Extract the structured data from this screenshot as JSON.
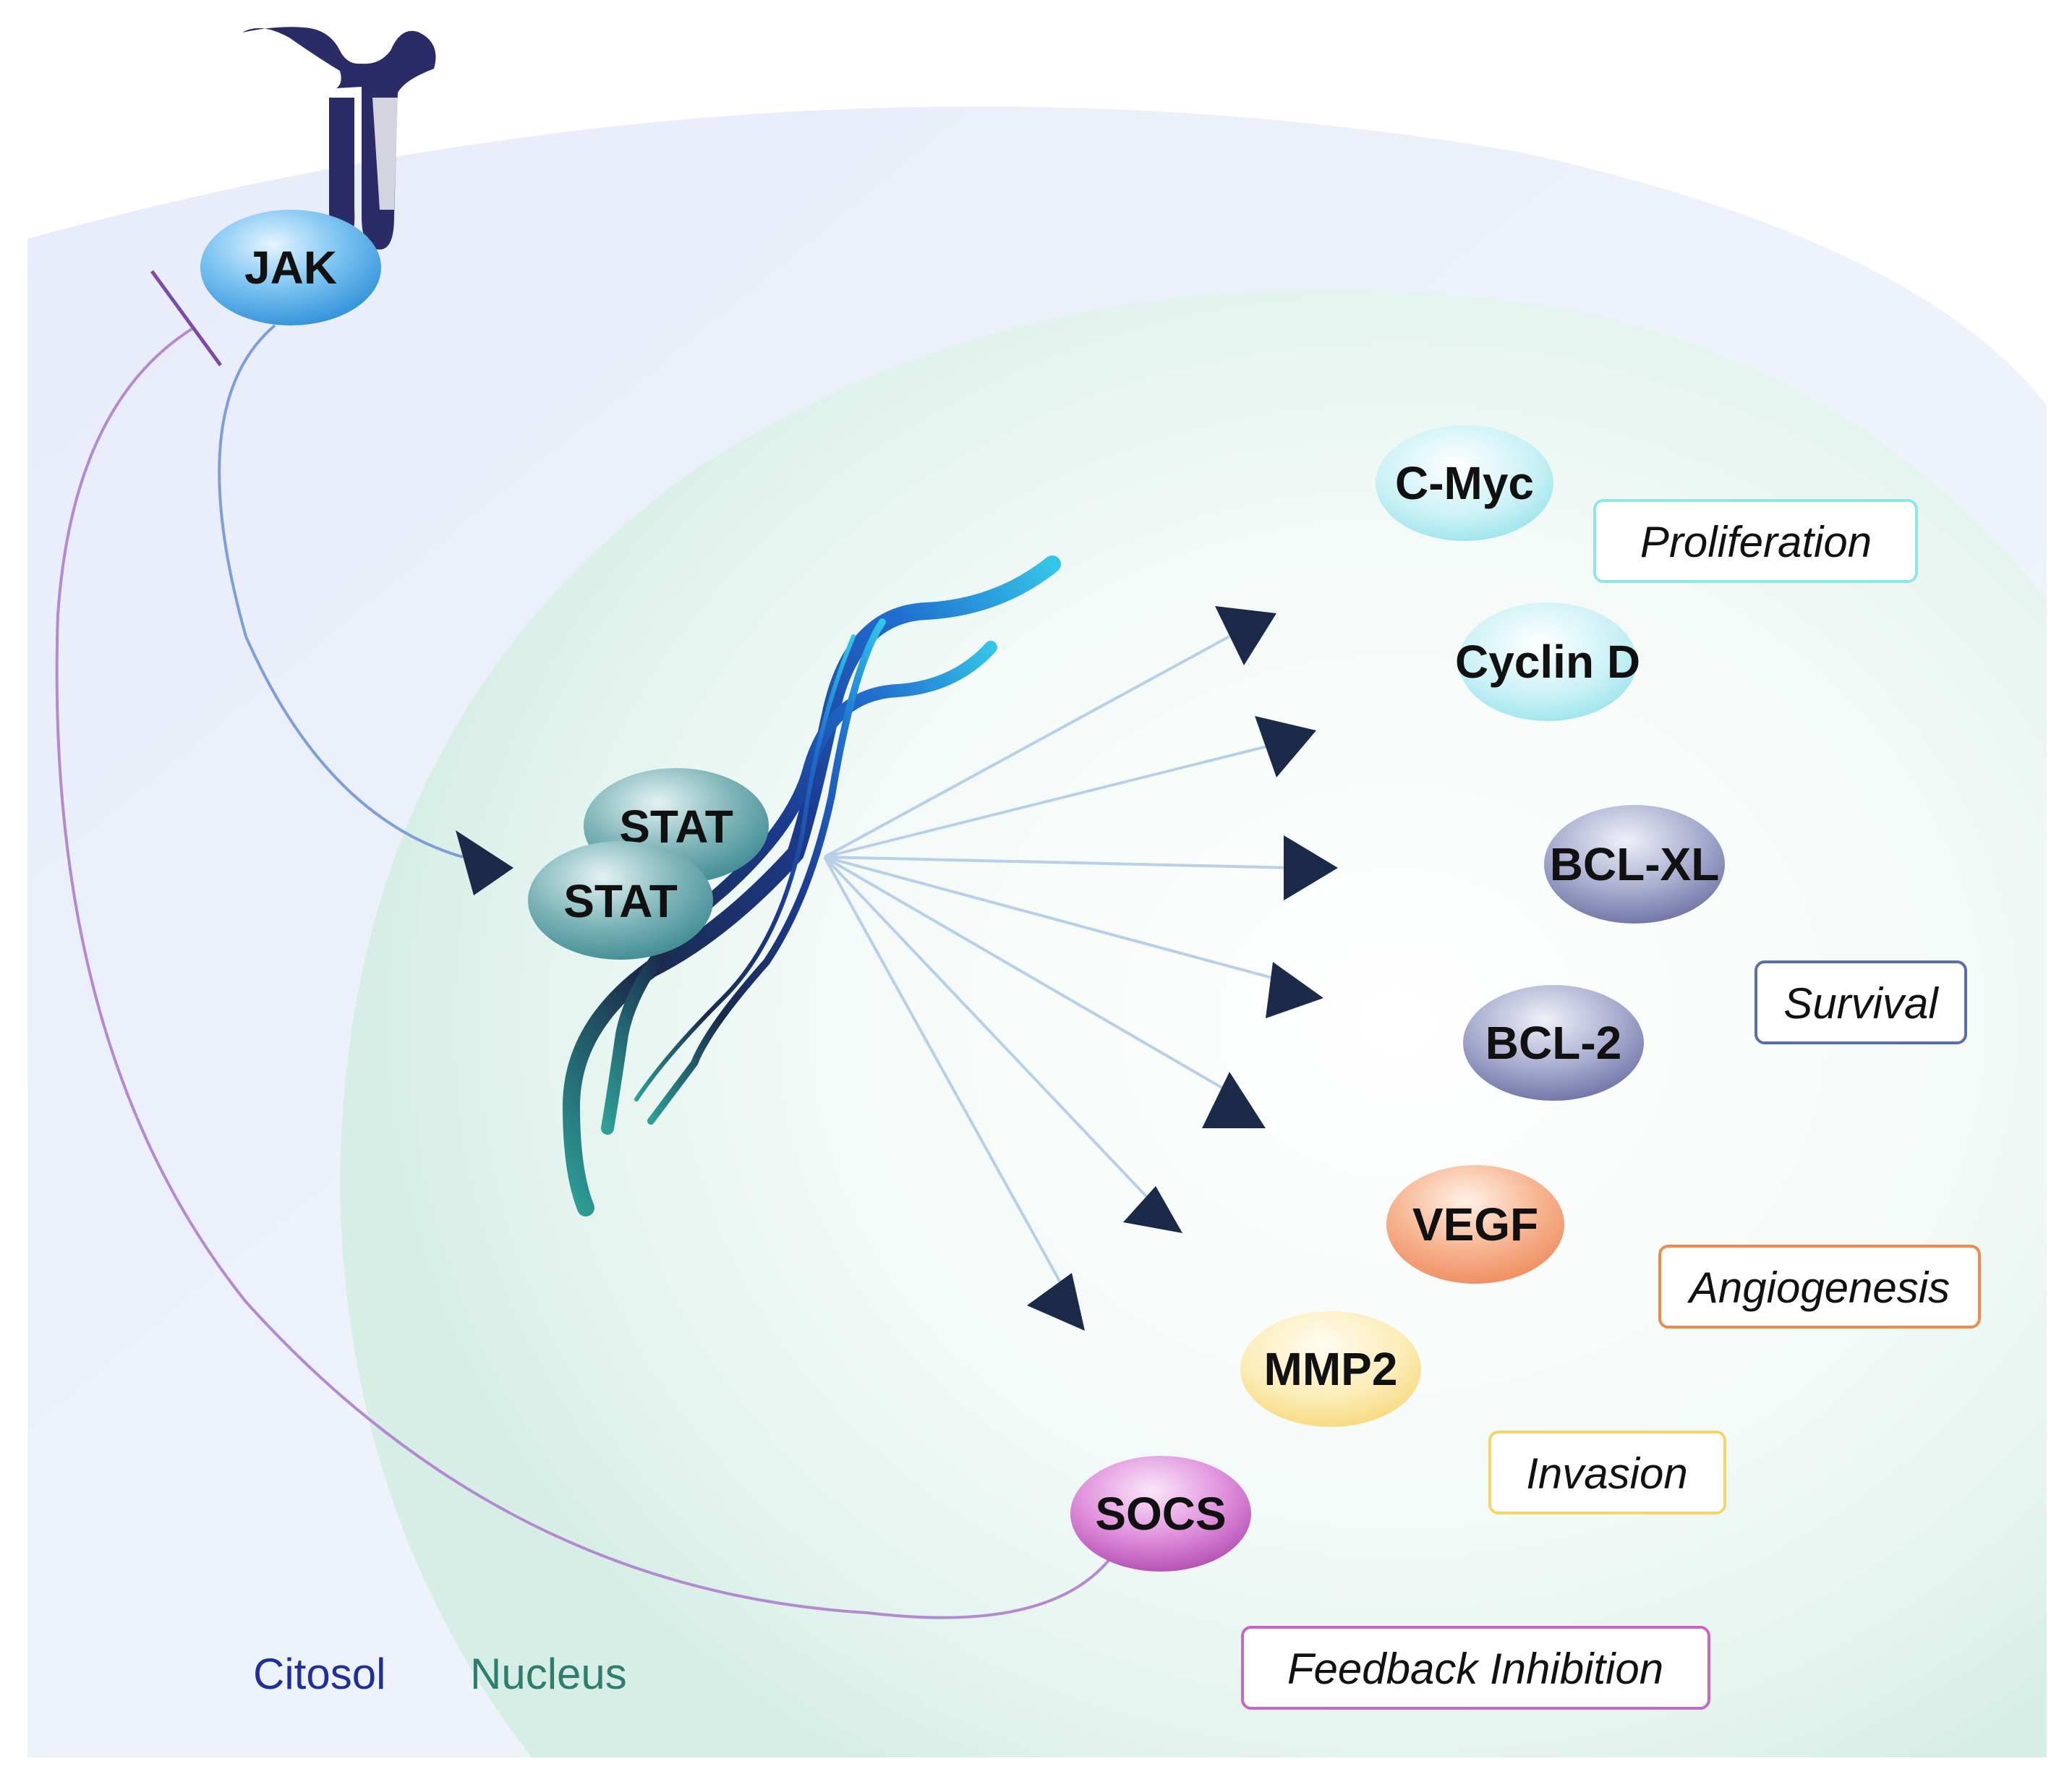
{
  "nodes": {
    "jak": "JAK",
    "stat_top": "STAT",
    "stat_bottom": "STAT",
    "cmyc": "C-Myc",
    "cyclin_d": "Cyclin D",
    "bcl_xl": "BCL-XL",
    "bcl_2": "BCL-2",
    "vegf": "VEGF",
    "mmp2": "MMP2",
    "socs": "SOCS"
  },
  "outcomes": {
    "proliferation": "Proliferation",
    "survival": "Survival",
    "angiogenesis": "Angiogenesis",
    "invasion": "Invasion",
    "feedback_inhibition": "Feedback Inhibition"
  },
  "compartments": {
    "citosol": "Citosol",
    "nucleus": "Nucleus"
  },
  "colors": {
    "citosol_text": "#1f2f9a",
    "nucleus_text": "#2e7d6e",
    "proliferation_border": "#8fe6ea",
    "survival_border": "#5a6fa8",
    "angiogenesis_border": "#ef8a4a",
    "invasion_border": "#f3d56a",
    "feedback_border": "#c766c4",
    "arrow_line": "#b8cfe8",
    "arrowhead": "#1c2a4a",
    "inhibition_line": "#b38ad0"
  }
}
